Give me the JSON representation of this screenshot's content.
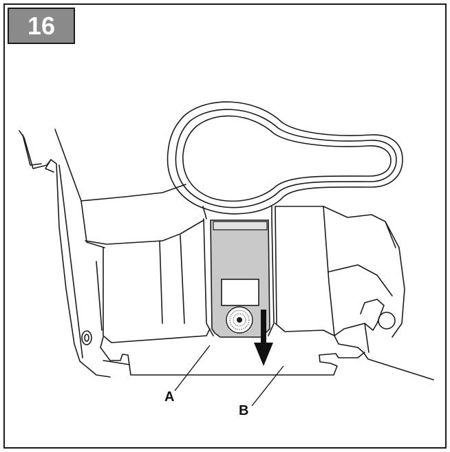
{
  "step": {
    "number": "16"
  },
  "callouts": {
    "a": "A",
    "b": "B"
  },
  "colors": {
    "stroke": "#1a1a1a",
    "shaded_part": "#c9c9c9",
    "badge_bg": "#8a8a8a",
    "badge_text": "#ffffff"
  },
  "icons": {
    "direction": "arrow-down-icon"
  }
}
